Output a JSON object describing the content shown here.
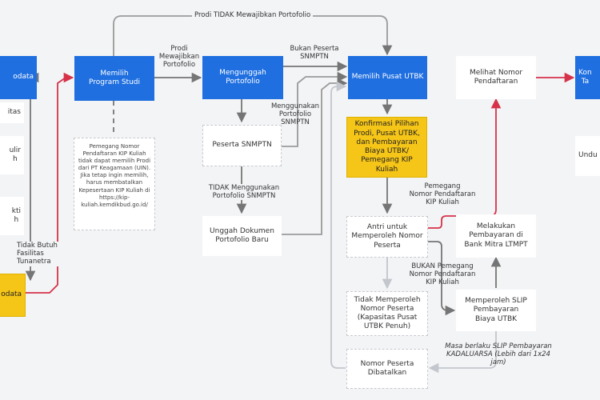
{
  "nodes": {
    "left_top_partial": "odata",
    "left_text_1": "itas",
    "left_text_2": "ulir\nh",
    "left_text_3": "kti\nh",
    "left_yellow_partial": "odata",
    "memilih_prodi": "Memilih\nProgram Studi",
    "mengunggah_portofolio": "Mengunggah\nPortofolio",
    "memilih_pusat_utbk": "Memilih Pusat UTBK",
    "melihat_nomor": "Melihat Nomor\nPendaftaran",
    "right_blue_partial": "Kon\nTa",
    "right_white_partial": "Undu",
    "peserta_snmptn": "Peserta SNMPTN",
    "unggah_dokumen": "Unggah Dokumen\nPortofolio Baru",
    "konfirmasi": "Konfirmasi Pilihan\nProdi, Pusat UTBK,\ndan Pembayaran\nBiaya UTBK/\nPemegang KIP Kuliah",
    "antri": "Antri untuk\nMemperoleh Nomor\nPeserta",
    "melakukan_pembayaran": "Melakukan\nPembayaran di\nBank Mitra LTMPT",
    "memperoleh_slip": "Memperoleh SLIP\nPembayaran\nBiaya UTBK",
    "tidak_memperoleh": "Tidak Memperoleh\nNomor Peserta\n(Kapasitas Pusat\nUTBK Penuh)",
    "nomor_dibatalkan": "Nomor Peserta\nDibatalkan"
  },
  "note_kip": "Pemegang Nomor\nPendaftaran KIP Kuliah\ntidak dapat memilih Prodi\ndari PT Keagamaan (UIN).\nJika tetap ingin memilih,\nharus membatalkan\nKepesertaan KIP Kuliah di\nhttps://kip-\nkuliah.kemdikbud.go.id/",
  "labels": {
    "tidak_mewajibkan": "Prodi TIDAK Mewajibkan Portofolio",
    "prodi_mewajibkan": "Prodi\nMewajibkan\nPortofolio",
    "bukan_peserta": "Bukan Peserta\nSNMPTN",
    "menggunakan_portofolio": "Menggunakan\nPortofolio\nSNMPTN",
    "tidak_menggunakan": "TIDAK Menggunakan\nPortofolio SNMPTN",
    "tidak_butuh": "Tidak Butuh\nFasilitas\nTunanetra",
    "pemegang_kip": "Pemegang\nNomor Pendaftaran\nKIP Kuliah",
    "bukan_pemegang": "BUKAN Pemegang\nNomor Pendaftaran\nKIP Kuliah",
    "masa_berlaku": "Masa berlaku SLIP Pembayaran\nKADALUARSA (Lebih dari 1x24 jam)"
  },
  "colors": {
    "primary_blue": "#1f6fe0",
    "highlight_yellow": "#f5c518",
    "arrow_gray": "#757575",
    "arrow_light": "#c3c6cc",
    "arrow_red": "#d6324a",
    "background": "#f3f4f6"
  }
}
